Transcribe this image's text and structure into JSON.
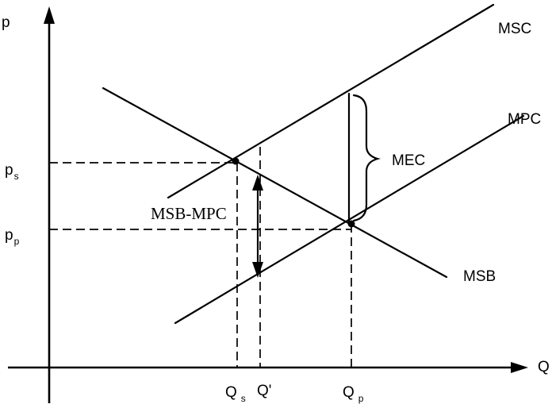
{
  "axes": {
    "y_label": "p",
    "x_label": "Q"
  },
  "curves": {
    "msc": "MSC",
    "mpc": "MPC",
    "msb": "MSB"
  },
  "annotations": {
    "mec": "MEC",
    "msb_minus_mpc": "MSB-MPC"
  },
  "y_ticks": {
    "ps_main": "p",
    "ps_sub": "s",
    "pp_main": "p",
    "pp_sub": "p"
  },
  "x_ticks": {
    "qs_main": "Q",
    "qs_sub": "s",
    "qprime": "Q'",
    "qp_main": "Q",
    "qp_sub": "p"
  }
}
